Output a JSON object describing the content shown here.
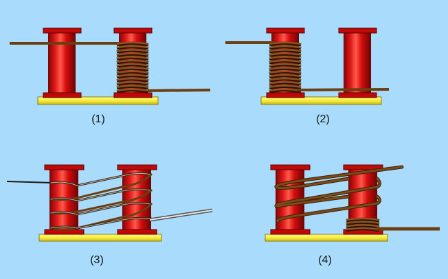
{
  "diagram": {
    "panels": [
      {
        "id": "1",
        "label": "(1)"
      },
      {
        "id": "2",
        "label": "(2)"
      },
      {
        "id": "3",
        "label": "(3)"
      },
      {
        "id": "4",
        "label": "(4)"
      }
    ]
  },
  "colors": {
    "background": "#a9dcfc",
    "bobbin_red": "#d40d0d",
    "bobbin_dark": "#7a0505",
    "bobbin_light": "#ff5a4a",
    "base_yellow": "#f7ec3c",
    "wire_brown": "#6b3f12",
    "wire_dark": "#2a1406",
    "wire_light": "#a06a34"
  },
  "icons": [
    "bobbin-icon",
    "wire-winding-icon",
    "base-plate-icon"
  ]
}
